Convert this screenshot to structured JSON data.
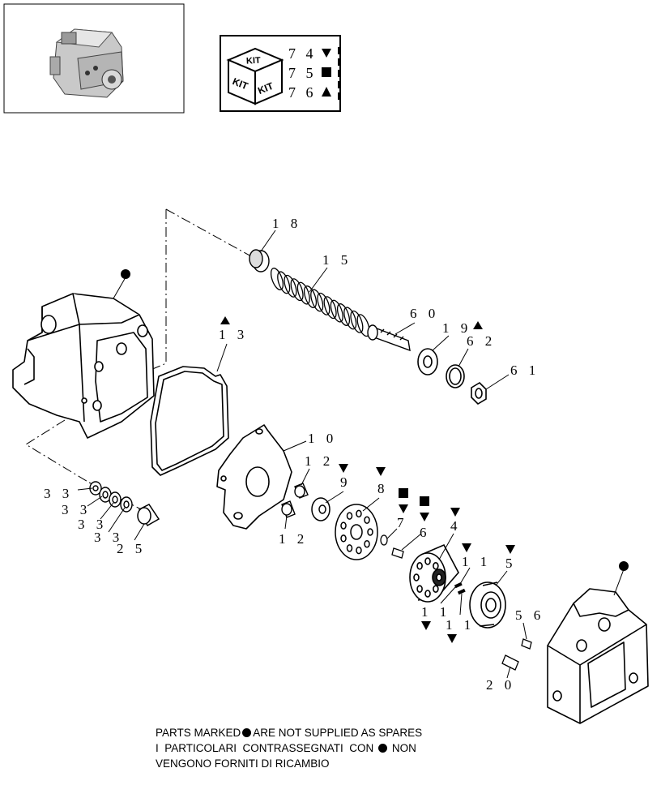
{
  "kit_box": {
    "badge": "KIT",
    "rows": [
      {
        "code": "7 4",
        "marker": "down-triangle-icon"
      },
      {
        "code": "7 5",
        "marker": "square-icon"
      },
      {
        "code": "7 6",
        "marker": "up-triangle-icon"
      }
    ]
  },
  "callouts": [
    {
      "id": "18",
      "text": "1 8"
    },
    {
      "id": "15",
      "text": "1 5"
    },
    {
      "id": "13",
      "text": "1 3"
    },
    {
      "id": "60",
      "text": "6 0"
    },
    {
      "id": "19",
      "text": "1 9"
    },
    {
      "id": "62",
      "text": "6 2"
    },
    {
      "id": "61",
      "text": "6 1"
    },
    {
      "id": "10",
      "text": "1 0"
    },
    {
      "id": "12a",
      "text": "1 2"
    },
    {
      "id": "12b",
      "text": "1 2"
    },
    {
      "id": "9",
      "text": "9"
    },
    {
      "id": "8",
      "text": "8"
    },
    {
      "id": "7",
      "text": "7"
    },
    {
      "id": "6",
      "text": "6"
    },
    {
      "id": "4",
      "text": "4"
    },
    {
      "id": "11a",
      "text": "1 1"
    },
    {
      "id": "11b",
      "text": "1 1"
    },
    {
      "id": "11c",
      "text": "1 1"
    },
    {
      "id": "5",
      "text": "5"
    },
    {
      "id": "56",
      "text": "5 6"
    },
    {
      "id": "20",
      "text": "2 0"
    },
    {
      "id": "33a",
      "text": "3 3"
    },
    {
      "id": "33b",
      "text": "3 3"
    },
    {
      "id": "33c",
      "text": "3 3"
    },
    {
      "id": "33d",
      "text": "3 3"
    },
    {
      "id": "25",
      "text": "2 5"
    }
  ],
  "footnote": {
    "line1_pre": "PARTS MARKED",
    "line1_post": "ARE NOT SUPPLIED AS SPARES",
    "line2_pre": "I  PARTICOLARI  CONTRASSEGNATI  CON",
    "line2_post": "NON",
    "line3": "VENGONO FORNITI DI RICAMBIO"
  }
}
